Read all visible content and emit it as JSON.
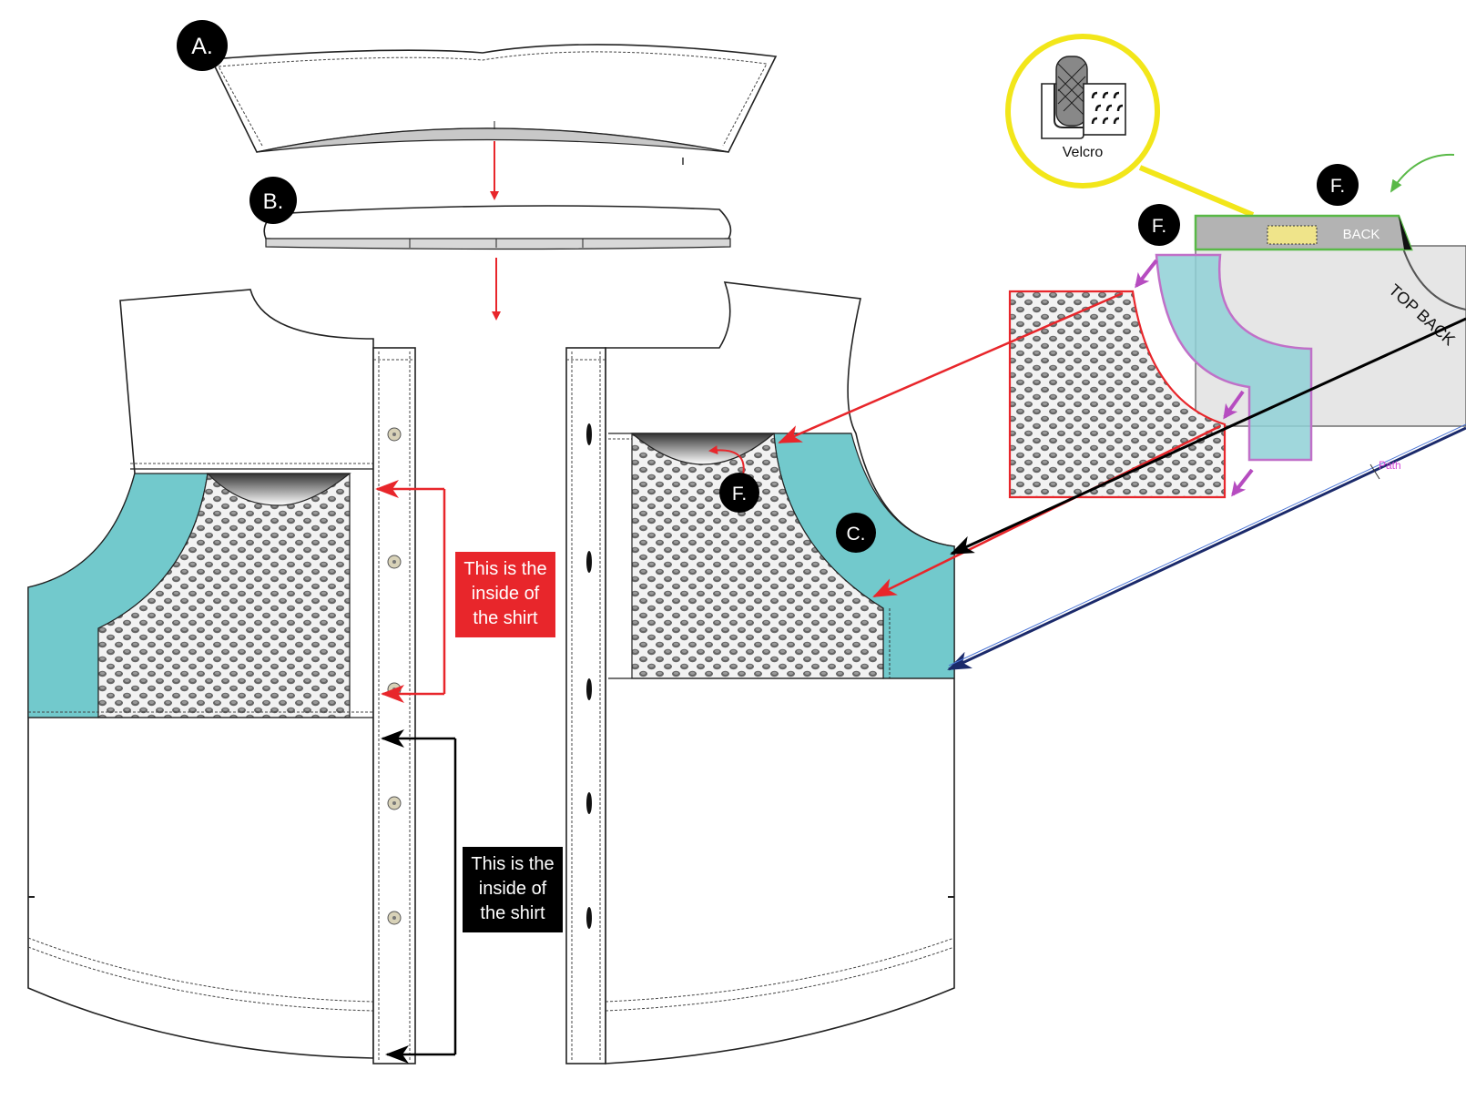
{
  "markers": {
    "a": "A.",
    "b": "B.",
    "c": "C.",
    "f_top": "F.",
    "f_left": "F.",
    "f_front": "F."
  },
  "callouts": {
    "red_note": [
      "This is the",
      "inside of",
      "the shirt"
    ],
    "black_note": [
      "This is the",
      "inside of",
      "the shirt"
    ]
  },
  "inset": {
    "velcro_label": "Velcro",
    "back_label": "BACK",
    "top_back_label": "TOP BACK",
    "path_label": "Path"
  },
  "colors": {
    "teal": "#72c9cc",
    "red": "#e8262b",
    "mesh": "#9a9a9a",
    "yellow": "#f2e61a",
    "green": "#59b947",
    "pink": "#c070c8",
    "blue": "#2343a5"
  }
}
